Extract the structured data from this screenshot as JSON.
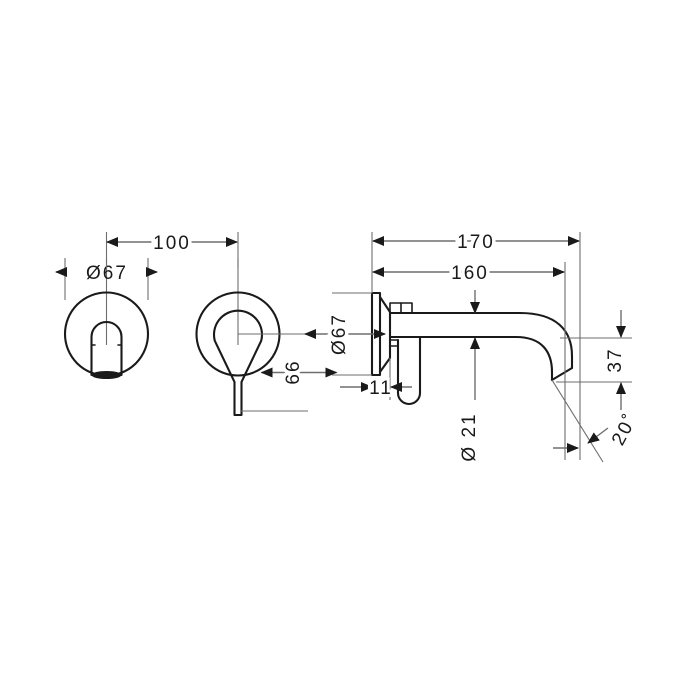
{
  "drawing": {
    "title": "Wall-mounted basin mixer dimensional drawing",
    "background_color": "#ffffff",
    "line_color": "#1a1a1a",
    "dimension_line_color": "#6e6e6e",
    "views": [
      {
        "id": "front-view-handle",
        "name": "Handle escutcheon front view",
        "description": "Circular escutcheon with downward lever handle"
      },
      {
        "id": "front-view-spout",
        "name": "Spout escutcheon front view",
        "description": "Concentric circles with teardrop spout outline"
      },
      {
        "id": "side-view",
        "name": "Spout side elevation",
        "description": "Wall plate with horizontal spout curving down at outlet"
      }
    ],
    "dimensions": {
      "d67_left": "Ø67",
      "spacing_100": "100",
      "height_66": "66",
      "length_170": "170",
      "length_160": "160",
      "d67_side": "Ø67",
      "thickness_11": "11",
      "d21": "Ø 21",
      "drop_37": "37",
      "angle_20": "20˚"
    }
  }
}
